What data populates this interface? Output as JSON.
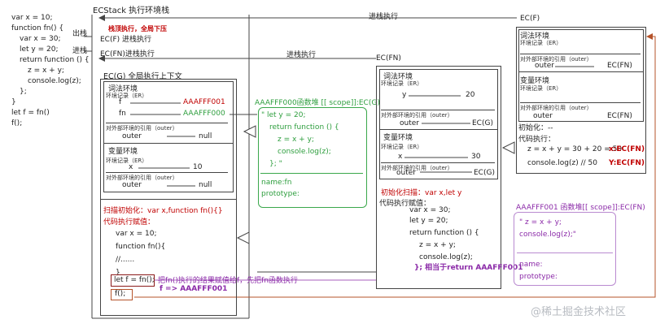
{
  "source_code": [
    "var x = 10;",
    "function fn() {",
    "  var x = 30;",
    "  let y = 20;",
    "  return function () {",
    "    z = x + y;",
    "    console.log(z);",
    "  };",
    "}",
    "let f = fn()",
    "f();"
  ],
  "stack": {
    "title": "ECStack 执行环境栈",
    "pop_label": "出栈",
    "push_label": "进栈",
    "red_note": "栈顶执行，全局下压",
    "ecf_push": "EC(F) 进栈执行",
    "ecfn_push": "EC(FN)进栈执行",
    "ecg_title": "EC(G) 全局执行上下文"
  },
  "ecg": {
    "lex_title": "词法环境",
    "er": "环境记录（ER）",
    "f_name": "f",
    "f_val": "AAAFFF001",
    "fn_name": "fn",
    "fn_val": "AAAFFF000",
    "outer_label": "对外部环境的引用（outer）",
    "outer": "outer",
    "outer_val": "null",
    "var_title": "变量环境",
    "x_name": "x",
    "x_val": "10",
    "scan_init": "扫描初始化：var x,function fn(){}",
    "exec_assign": "代码执行赋值：",
    "code": [
      "var x = 10;",
      "function fn(){",
      "  //......",
      "}"
    ],
    "let_line": "let f = fn();",
    "call_line": "f();",
    "note1": "把fn()执行的结果赋值给f，先把fn函数执行",
    "note2": "f => AAAFFF001"
  },
  "heap0": {
    "title": "AAAFFF000函数堆 [[ scope]]:EC(G)",
    "code": [
      "\" let y = 20;",
      "  return function () {",
      "    z = x + y;",
      "    console.log(z);",
      "  }; \""
    ],
    "name": "name:fn",
    "proto": "prototype:"
  },
  "ecfn": {
    "arrow_label": "进栈执行",
    "title": "EC(FN)",
    "lex_title": "词法环境",
    "er": "环境记录（ER）",
    "y_name": "y",
    "y_val": "20",
    "outer_label": "对外部环境的引用（outer）",
    "outer": "outer",
    "outer_val": "EC(G)",
    "var_title": "变量环境",
    "x_name": "x",
    "x_val": "30",
    "scan_init": "初始化扫描：var x,let y",
    "exec_assign": "代码执行赋值：",
    "code": [
      "var x = 30;",
      "let y = 20;",
      "return function () {",
      "  z = x + y;",
      "  console.log(z);"
    ],
    "return_line": "}; 相当于return AAAFFF001"
  },
  "heap1": {
    "title": "AAAFFF001 函数堆[[ scope]]:EC(FN)",
    "code": [
      "\" z = x + y;",
      "  console.log(z);\""
    ],
    "name": "name:",
    "proto": "prototype:"
  },
  "ecf": {
    "arrow_label": "进栈执行",
    "title": "EC(F)",
    "lex_title": "词法环境",
    "er": "环境记录（ER）",
    "outer_label": "对外部环境的引用（outer）",
    "outer": "outer",
    "outer_val": "EC(FN)",
    "var_title": "变量环境",
    "init": "初始化：--",
    "exec": "代码执行：",
    "calc": "z = x + y  =  30 + 20 = 50",
    "calc_note": "x:EC(FN)",
    "log": "console.log(z) // 50",
    "log_note": "Y:EC(FN)"
  },
  "watermark": "@稀土掘金技术社区"
}
